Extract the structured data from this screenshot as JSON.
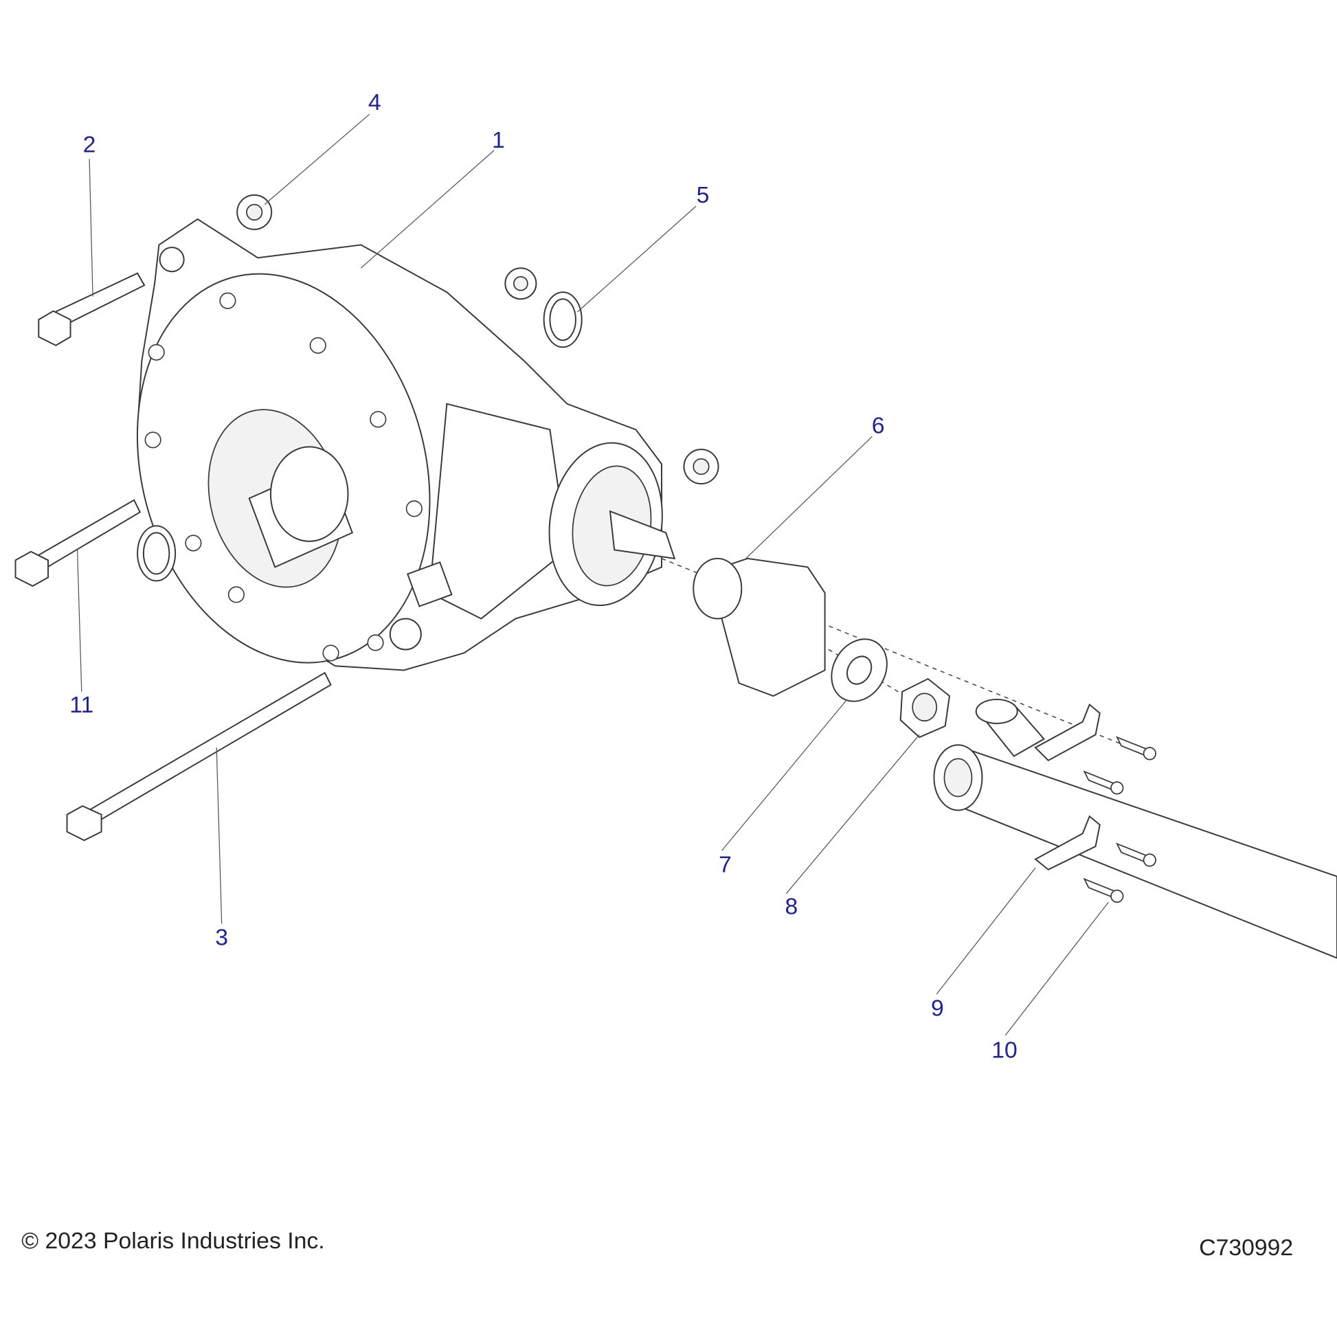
{
  "callouts": [
    {
      "id": "1",
      "label": "1"
    },
    {
      "id": "2",
      "label": "2"
    },
    {
      "id": "3",
      "label": "3"
    },
    {
      "id": "4",
      "label": "4"
    },
    {
      "id": "5",
      "label": "5"
    },
    {
      "id": "6",
      "label": "6"
    },
    {
      "id": "7",
      "label": "7"
    },
    {
      "id": "8",
      "label": "8"
    },
    {
      "id": "9",
      "label": "9"
    },
    {
      "id": "10",
      "label": "10"
    },
    {
      "id": "11",
      "label": "11"
    }
  ],
  "footer": {
    "copyright": "© 2023 Polaris Industries Inc.",
    "diagram_code": "C730992"
  },
  "colors": {
    "callout": "#1f22a0",
    "line": "#3a3a3a"
  }
}
